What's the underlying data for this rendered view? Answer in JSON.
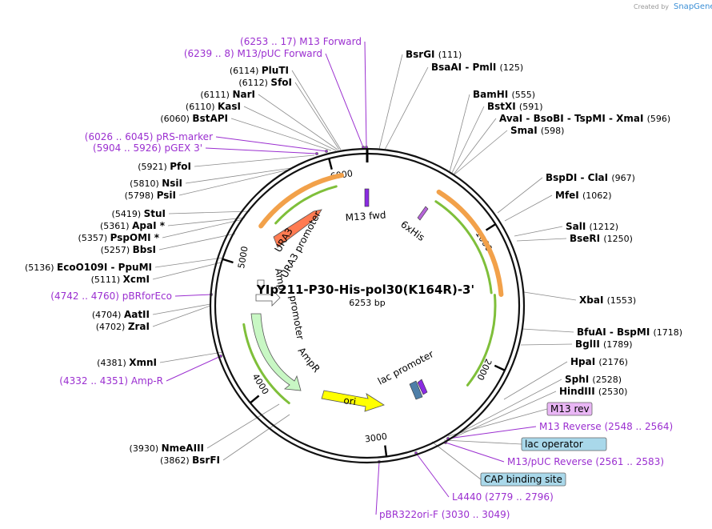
{
  "branding": {
    "created_by": "Created by",
    "app": "SnapGene"
  },
  "plasmid": {
    "name": "YIp211-P30-His-pol30(K164R)-3'",
    "size": "6253 bp"
  },
  "features": {
    "m13fwd": "M13 fwd",
    "his": "6xHis",
    "ura3": "URA3",
    "ura3_promoter": "URA3 promoter",
    "amp_promoter": "Amp",
    "promoter": "promoter",
    "ampr": "AmpR",
    "ori": "ori",
    "lac_promoter": "lac promoter"
  },
  "ticks": [
    "1000",
    "2000",
    "3000",
    "4000",
    "5000",
    "6000"
  ],
  "boxes": {
    "m13rev": "M13 rev",
    "lac_operator": "lac operator",
    "cap": "CAP binding site"
  },
  "sites": [
    {
      "id": "M13-Forward",
      "kind": "primer",
      "pos": "(6253 .. 17)",
      "name": "M13 Forward"
    },
    {
      "id": "M13pUC-Forward",
      "kind": "primer",
      "pos": "(6239 .. 8)",
      "name": "M13/pUC Forward"
    },
    {
      "id": "PluTI",
      "kind": "enzyme",
      "pos": "(6114)",
      "name": "PluTI"
    },
    {
      "id": "SfoI",
      "kind": "enzyme",
      "pos": "(6112)",
      "name": "SfoI"
    },
    {
      "id": "NarI",
      "kind": "enzyme",
      "pos": "(6111)",
      "name": "NarI"
    },
    {
      "id": "KasI",
      "kind": "enzyme",
      "pos": "(6110)",
      "name": "KasI"
    },
    {
      "id": "BstAPI",
      "kind": "enzyme",
      "pos": "(6060)",
      "name": "BstAPI"
    },
    {
      "id": "pRS-marker",
      "kind": "primer",
      "pos": "(6026 .. 6045)",
      "name": "pRS-marker"
    },
    {
      "id": "pGEX3",
      "kind": "primer",
      "pos": "(5904 .. 5926)",
      "name": "pGEX 3'"
    },
    {
      "id": "PfoI",
      "kind": "enzyme",
      "pos": "(5921)",
      "name": "PfoI"
    },
    {
      "id": "NsiI",
      "kind": "enzyme",
      "pos": "(5810)",
      "name": "NsiI"
    },
    {
      "id": "PsiI",
      "kind": "enzyme",
      "pos": "(5798)",
      "name": "PsiI"
    },
    {
      "id": "StuI",
      "kind": "enzyme",
      "pos": "(5419)",
      "name": "StuI"
    },
    {
      "id": "ApaI",
      "kind": "enzyme",
      "pos": "(5361)",
      "name": "ApaI *"
    },
    {
      "id": "PspOMI",
      "kind": "enzyme",
      "pos": "(5357)",
      "name": "PspOMI *"
    },
    {
      "id": "BbsI",
      "kind": "enzyme",
      "pos": "(5257)",
      "name": "BbsI"
    },
    {
      "id": "EcoO109I",
      "kind": "enzyme",
      "pos": "(5136)",
      "name": "EcoO109I  - PpuMI"
    },
    {
      "id": "XcmI",
      "kind": "enzyme",
      "pos": "(5111)",
      "name": "XcmI"
    },
    {
      "id": "pBRforEco",
      "kind": "primer",
      "pos": "(4742 .. 4760)",
      "name": "pBRforEco"
    },
    {
      "id": "AatII",
      "kind": "enzyme",
      "pos": "(4704)",
      "name": "AatII"
    },
    {
      "id": "ZraI",
      "kind": "enzyme",
      "pos": "(4702)",
      "name": "ZraI"
    },
    {
      "id": "XmnI",
      "kind": "enzyme",
      "pos": "(4381)",
      "name": "XmnI"
    },
    {
      "id": "Amp-R",
      "kind": "primer",
      "pos": "(4332 .. 4351)",
      "name": "Amp-R"
    },
    {
      "id": "NmeAIII",
      "kind": "enzyme",
      "pos": "(3930)",
      "name": "NmeAIII"
    },
    {
      "id": "BsrFI",
      "kind": "enzyme",
      "pos": "(3862)",
      "name": "BsrFI"
    },
    {
      "id": "BsrGI",
      "kind": "enzyme",
      "pos": "(111)",
      "name": "BsrGI"
    },
    {
      "id": "BsaAI",
      "kind": "enzyme",
      "pos": "(125)",
      "name": "BsaAI  - PmlI"
    },
    {
      "id": "BamHI",
      "kind": "enzyme",
      "pos": "(555)",
      "name": "BamHI"
    },
    {
      "id": "BstXI",
      "kind": "enzyme",
      "pos": "(591)",
      "name": "BstXI"
    },
    {
      "id": "AvaI",
      "kind": "enzyme",
      "pos": "(596)",
      "name": "AvaI  - BsoBI  - TspMI  - XmaI"
    },
    {
      "id": "SmaI",
      "kind": "enzyme",
      "pos": "(598)",
      "name": "SmaI"
    },
    {
      "id": "BspDI",
      "kind": "enzyme",
      "pos": "(967)",
      "name": "BspDI  - ClaI"
    },
    {
      "id": "MfeI",
      "kind": "enzyme",
      "pos": "(1062)",
      "name": "MfeI"
    },
    {
      "id": "SalI",
      "kind": "enzyme",
      "pos": "(1212)",
      "name": "SalI"
    },
    {
      "id": "BseRI",
      "kind": "enzyme",
      "pos": "(1250)",
      "name": "BseRI"
    },
    {
      "id": "XbaI",
      "kind": "enzyme",
      "pos": "(1553)",
      "name": "XbaI"
    },
    {
      "id": "BfuAI",
      "kind": "enzyme",
      "pos": "(1718)",
      "name": "BfuAI  - BspMI"
    },
    {
      "id": "BglII",
      "kind": "enzyme",
      "pos": "(1789)",
      "name": "BglII"
    },
    {
      "id": "HpaI",
      "kind": "enzyme",
      "pos": "(2176)",
      "name": "HpaI"
    },
    {
      "id": "SphI",
      "kind": "enzyme",
      "pos": "(2528)",
      "name": "SphI"
    },
    {
      "id": "HindIII",
      "kind": "enzyme",
      "pos": "(2530)",
      "name": "HindIII"
    },
    {
      "id": "M13-Reverse",
      "kind": "primer",
      "pos": "(2548 .. 2564)",
      "name": "M13 Reverse"
    },
    {
      "id": "M13pUC-Reverse",
      "kind": "primer",
      "pos": "(2561 .. 2583)",
      "name": "M13/pUC Reverse"
    },
    {
      "id": "L4440",
      "kind": "primer",
      "pos": "(2779 .. 2796)",
      "name": "L4440"
    },
    {
      "id": "pBR322ori-F",
      "kind": "primer",
      "pos": "(3030 .. 3049)",
      "name": "pBR322ori-F"
    }
  ]
}
